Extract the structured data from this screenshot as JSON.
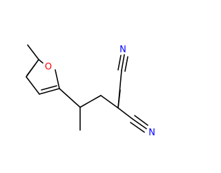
{
  "structure": {
    "atoms": [
      {
        "element": "O",
        "label": "O",
        "color": "#ff0000"
      },
      {
        "element": "N",
        "label": "N",
        "color": "#0000ff"
      },
      {
        "element": "N",
        "label": "N",
        "color": "#0000ff"
      }
    ]
  },
  "colors": {
    "bond": "#000000",
    "oxygen": "#ff0000",
    "nitrogen": "#0000ff",
    "background": "#ffffff"
  }
}
